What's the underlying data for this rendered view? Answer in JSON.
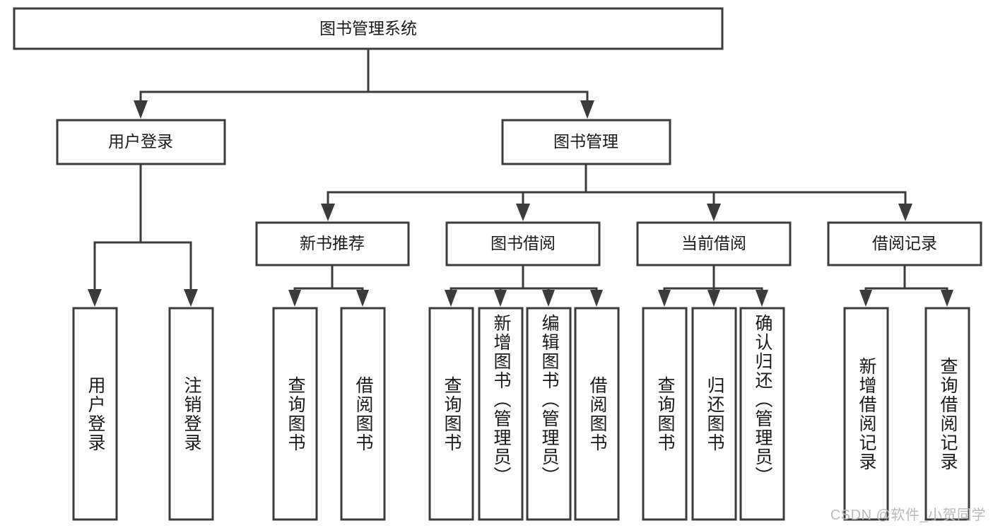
{
  "diagram": {
    "title": "图书管理系统",
    "type": "tree-hierarchy",
    "watermark": "CSDN @软件_小贺同学",
    "colors": {
      "stroke": "#3b3b3b",
      "fill": "#ffffff",
      "text": "#1a1a1a",
      "watermark": "#b9b9b9"
    },
    "root": {
      "label": "图书管理系统"
    },
    "level2": [
      {
        "label": "用户登录"
      },
      {
        "label": "图书管理"
      }
    ],
    "level3": [
      {
        "label": "新书推荐"
      },
      {
        "label": "图书借阅"
      },
      {
        "label": "当前借阅"
      },
      {
        "label": "借阅记录"
      }
    ],
    "leaves": {
      "user_login": [
        {
          "label": "用户登录"
        },
        {
          "label": "注销登录"
        }
      ],
      "new_book_recommend": [
        {
          "label": "查询图书"
        },
        {
          "label": "借阅图书"
        }
      ],
      "book_borrow": [
        {
          "label": "查询图书"
        },
        {
          "label": "新增图书（管理员）"
        },
        {
          "label": "编辑图书（管理员）"
        },
        {
          "label": "借阅图书"
        }
      ],
      "current_borrow": [
        {
          "label": "查询图书"
        },
        {
          "label": "归还图书"
        },
        {
          "label": "确认归还（管理员）"
        }
      ],
      "borrow_record": [
        {
          "label": "新增借阅记录"
        },
        {
          "label": "查询借阅记录"
        }
      ]
    }
  }
}
